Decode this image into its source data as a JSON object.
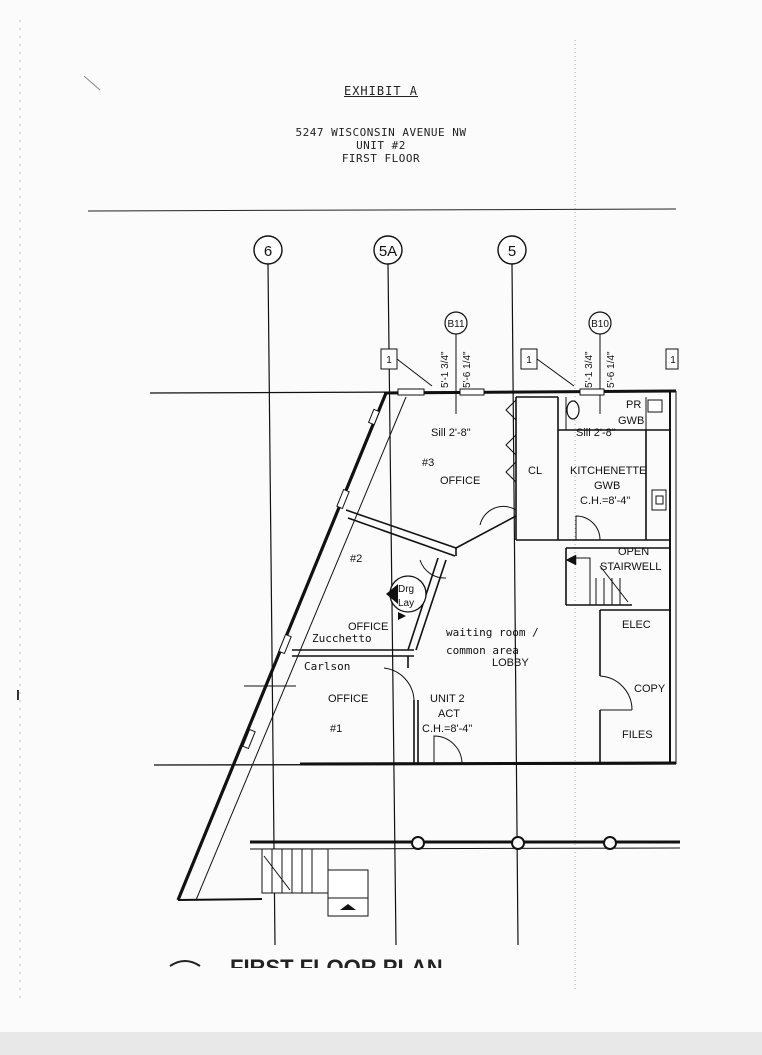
{
  "header": {
    "exhibit": "EXHIBIT A",
    "address_line1": "5247 WISCONSIN AVENUE NW",
    "address_line2": "UNIT #2",
    "address_line3": "FIRST FLOOR"
  },
  "grid_markers": [
    "6",
    "5A",
    "5"
  ],
  "window_tags": [
    "1",
    "1",
    "1"
  ],
  "section_markers": [
    "B11",
    "B10"
  ],
  "dimensions": {
    "b11_a": "5'-1 3/4\"",
    "b11_b": "5'-6 1/4\"",
    "b10_a": "5'-1 3/4\"",
    "b10_b": "5'-6 1/4\"",
    "sill_1": "Sill 2'-8\"",
    "sill_2": "Sill 2'-8\""
  },
  "rooms": {
    "office3_num": "#3",
    "office3_name": "OFFICE",
    "closet": "CL",
    "pr": "PR",
    "pr_gwb": "GWB",
    "kitchenette": "KITCHENETTE",
    "kitchenette_gwb": "GWB",
    "kitchenette_ch": "C.H.=8'-4\"",
    "open": "OPEN",
    "stairwell": "STAIRWELL",
    "office2_num": "#2",
    "drg": "Drg",
    "lay": "Lay",
    "office2_name": "OFFICE",
    "zucchetto": "Zucchetto",
    "carlson": "Carlson",
    "office1_name": "OFFICE",
    "office1_num": "#1",
    "waiting": "waiting room /",
    "common": "common area",
    "lobby": "LOBBY",
    "unit2": "UNIT 2",
    "act": "ACT",
    "unit_ch": "C.H.=8'-4\"",
    "elec": "ELEC",
    "copy": "COPY",
    "files": "FILES"
  },
  "footer_caption": "FIRST FLOOR PLAN"
}
